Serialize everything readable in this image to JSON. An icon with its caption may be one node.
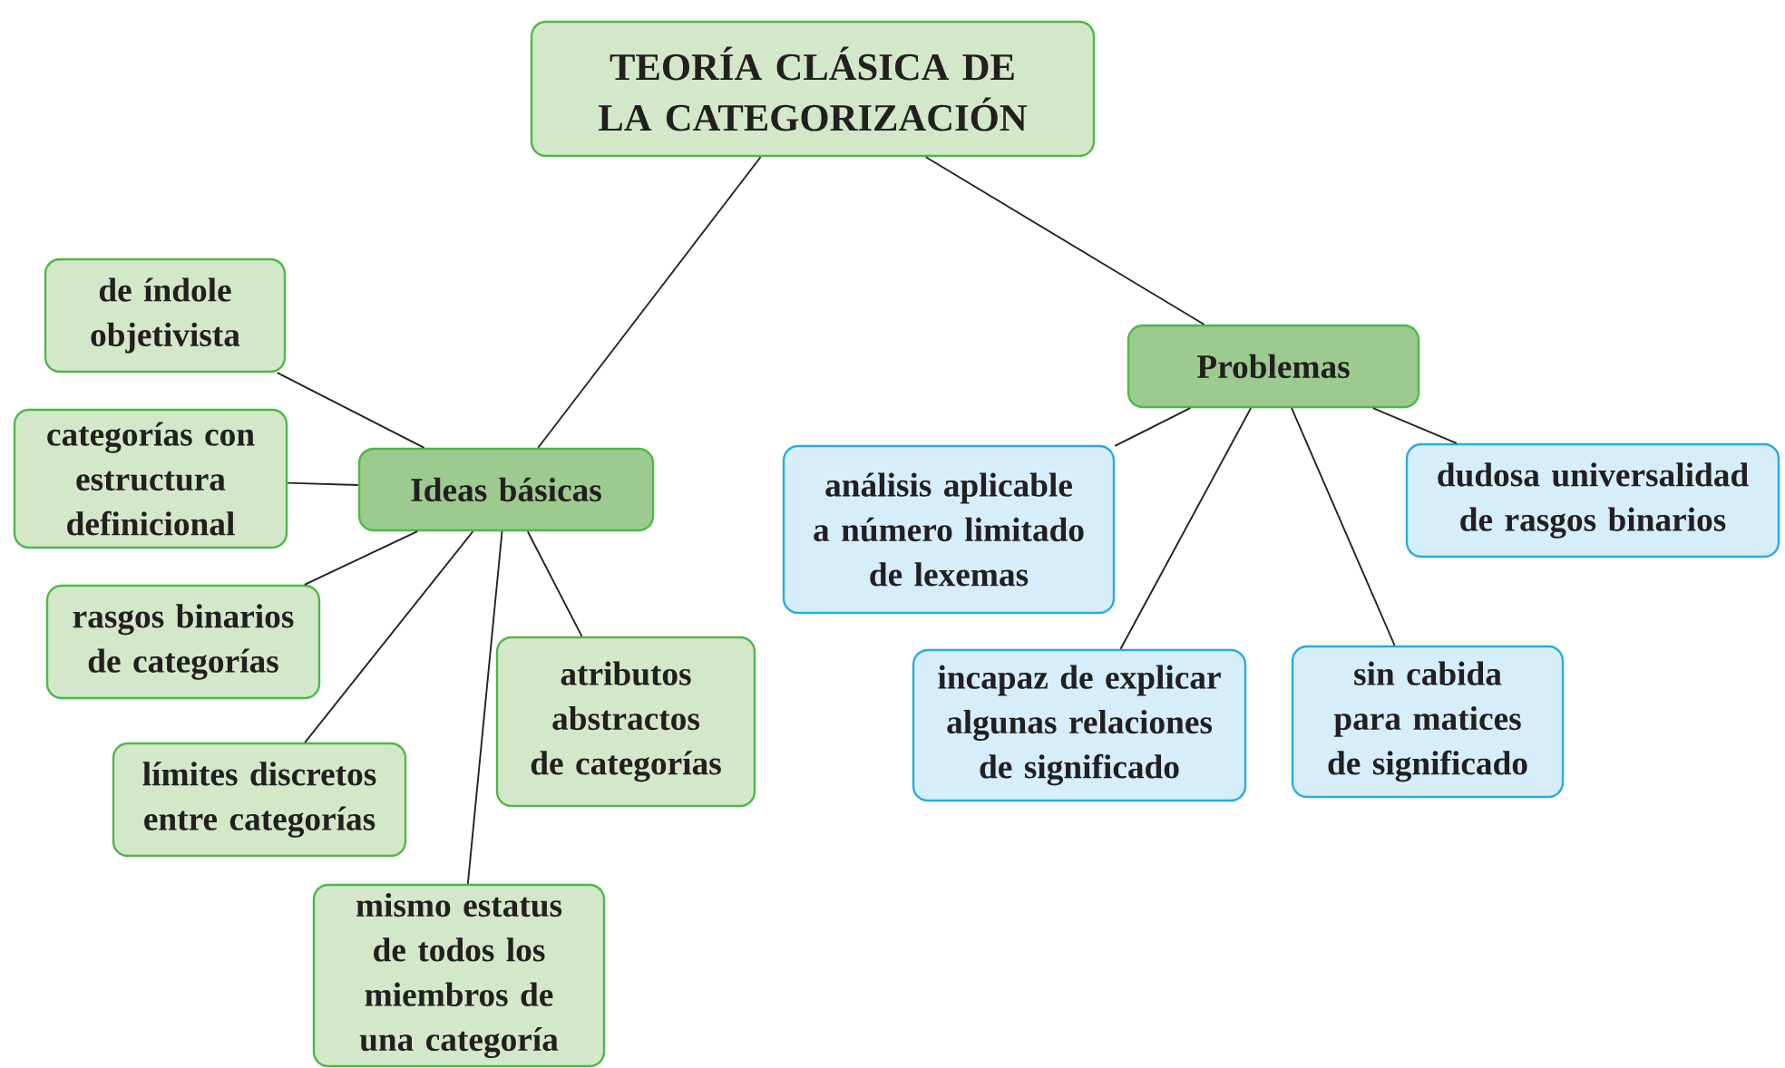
{
  "diagram": {
    "nodes": [
      {
        "text": [
          "TEORÍA CLÁSICA DE LA CATEGORIZACIÓN"
        ]
      },
      {
        "text": [
          "Ideas básicas"
        ]
      },
      {
        "text": [
          "de índole objetivista"
        ]
      },
      {
        "text": [
          "categorías con estructura definicional"
        ]
      },
      {
        "text": [
          "rasgos binarios de categorías"
        ]
      },
      {
        "text": [
          "límites discretos entre categorías"
        ]
      },
      {
        "text": [
          "mismo estatus de todos los miembros de una categoría"
        ]
      },
      {
        "text": [
          "atributos abstractos de categorías"
        ]
      },
      {
        "text": [
          "Problemas"
        ]
      },
      {
        "text": [
          "análisis aplicable a número limitado de lexemas"
        ]
      },
      {
        "text": [
          "dudosa universalidad de rasgos binarios"
        ]
      },
      {
        "text": [
          "incapaz de explicar algunas relaciones de significado"
        ]
      },
      {
        "text": [
          "sin cabida para matices de significado"
        ]
      }
    ],
    "edges": [
      {
        "from": 0,
        "to": 1,
        "arrow": "none"
      },
      {
        "from": 0,
        "to": 8,
        "arrow": "none"
      },
      {
        "from": 1,
        "to": 2,
        "arrow": "none"
      },
      {
        "from": 1,
        "to": 3,
        "arrow": "none"
      },
      {
        "from": 1,
        "to": 4,
        "arrow": "none"
      },
      {
        "from": 1,
        "to": 5,
        "arrow": "none"
      },
      {
        "from": 1,
        "to": 6,
        "arrow": "none"
      },
      {
        "from": 1,
        "to": 7,
        "arrow": "none"
      },
      {
        "from": 8,
        "to": 9,
        "arrow": "none"
      },
      {
        "from": 8,
        "to": 10,
        "arrow": "none"
      },
      {
        "from": 8,
        "to": 11,
        "arrow": "none"
      },
      {
        "from": 8,
        "to": 12,
        "arrow": "none"
      }
    ]
  }
}
